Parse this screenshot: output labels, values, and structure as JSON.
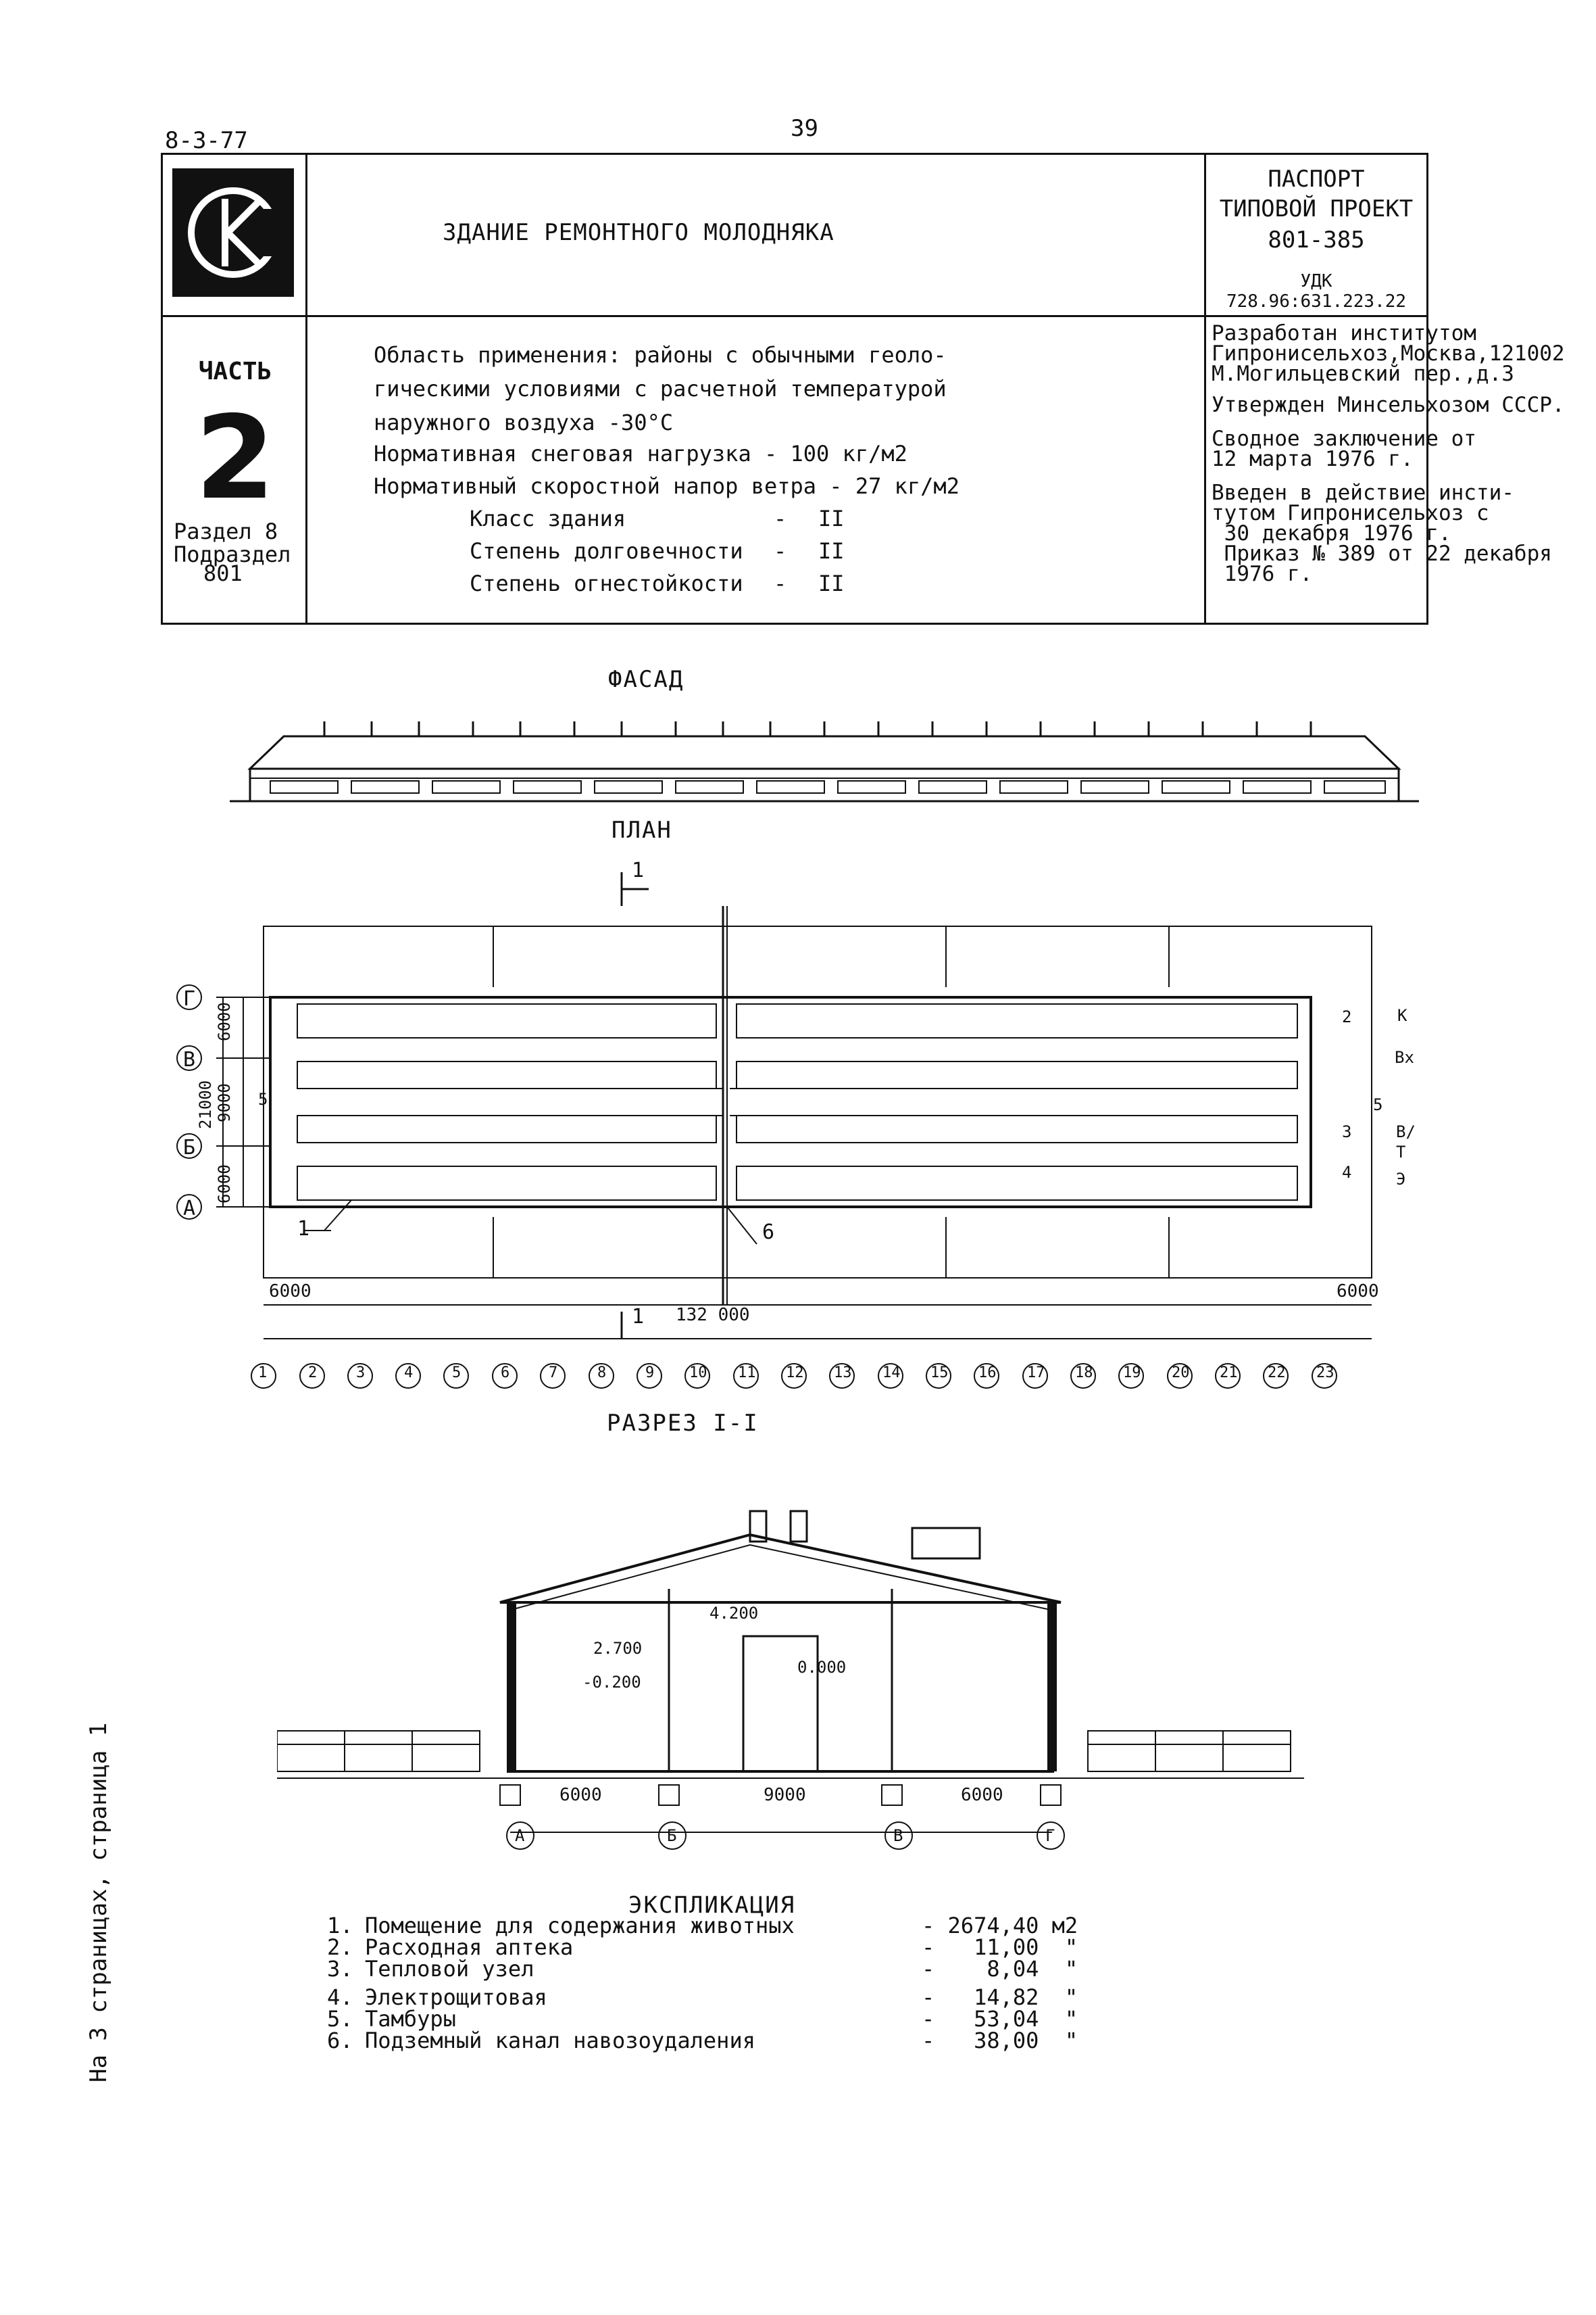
{
  "doc_number": "8-3-77",
  "page_number": "39",
  "header": {
    "title": "ЗДАНИЕ РЕМОНТНОГО МОЛОДНЯКА",
    "passport_lines": [
      "ПАСПОРТ",
      "ТИПОВОЙ ПРОЕКТ",
      "801-385"
    ],
    "udk": "УДК 728.96:631.223.22",
    "logo": "ck-logo"
  },
  "part": {
    "word": "ЧАСТЬ",
    "number": "2",
    "section_lines": [
      "Раздел 8",
      "Подраздел",
      "801"
    ]
  },
  "application": {
    "lines": [
      "Область применения: районы с обычными геоло-",
      "гическими условиями с расчетной температурой",
      "наружного воздуха -30°С",
      "Нормативная снеговая нагрузка - 100 кг/м2",
      "Нормативный скоростной напор ветра - 27 кг/м2"
    ],
    "classes": [
      {
        "label": "Класс здания",
        "dash": "-",
        "value": "II"
      },
      {
        "label": "Степень долговечности",
        "dash": "-",
        "value": "II"
      },
      {
        "label": "Степень огнестойкости",
        "dash": "-",
        "value": "II"
      }
    ]
  },
  "approval": {
    "developed": [
      "Разработан институтом",
      "Гипронисельхоз,Москва,121002",
      "М.Могильцевский пер.,д.3"
    ],
    "approved": "Утвержден Минсельхозом СССР.",
    "conclusion": [
      "Сводное заключение от",
      "12 марта 1976 г."
    ],
    "enacted": [
      "Введен в действие инсти-",
      "тутом Гипронисельхоз с",
      " 30 декабря 1976 г.",
      " Приказ № 389 от 22 декабря",
      " 1976 г."
    ]
  },
  "drawings": {
    "facade_label": "ФАСАД",
    "plan_label": "ПЛАН",
    "section_label": "РАЗРЕЗ I-I",
    "section_mark": "1",
    "row_axes": [
      "Г",
      "В",
      "Б",
      "А"
    ],
    "row_dims": [
      "6000",
      "9000",
      "6000",
      "21000"
    ],
    "col_axes": [
      "1",
      "2",
      "3",
      "4",
      "5",
      "6",
      "7",
      "8",
      "9",
      "10",
      "11",
      "12",
      "13",
      "14",
      "15",
      "16",
      "17",
      "18",
      "19",
      "20",
      "21",
      "22",
      "23"
    ],
    "plan_dims": {
      "left": "6000",
      "total": "132 000",
      "right": "6000"
    },
    "plan_callouts": {
      "one": "1",
      "six": "6"
    },
    "room_numbers": [
      "2",
      "3",
      "4",
      "5",
      "5"
    ],
    "pipe_labels": [
      "К",
      "Вх",
      "В/",
      "Т",
      "Э"
    ],
    "section_levels": [
      "4.200",
      "2.700",
      "-0.200",
      "0.000"
    ],
    "section_dims": [
      "6000",
      "9000",
      "6000"
    ],
    "section_axes": [
      "А",
      "Б",
      "В",
      "Г"
    ]
  },
  "explication": {
    "title": "ЭКСПЛИКАЦИЯ",
    "rows": [
      {
        "n": "1.",
        "name": "Помещение для содержания животных",
        "value": "- 2674,40 м2"
      },
      {
        "n": "2.",
        "name": "Расходная аптека",
        "value": "-   11,00  \""
      },
      {
        "n": "3.",
        "name": "Тепловой узел",
        "value": "-    8,04  \""
      },
      {
        "n": "4.",
        "name": "Электрощитовая",
        "value": "-   14,82  \""
      },
      {
        "n": "5.",
        "name": "Тамбуры",
        "value": "-   53,04  \""
      },
      {
        "n": "6.",
        "name": "Подземный канал навозоудаления",
        "value": "-   38,00  \""
      }
    ]
  },
  "side_note": "На 3 страницах, страница 1"
}
